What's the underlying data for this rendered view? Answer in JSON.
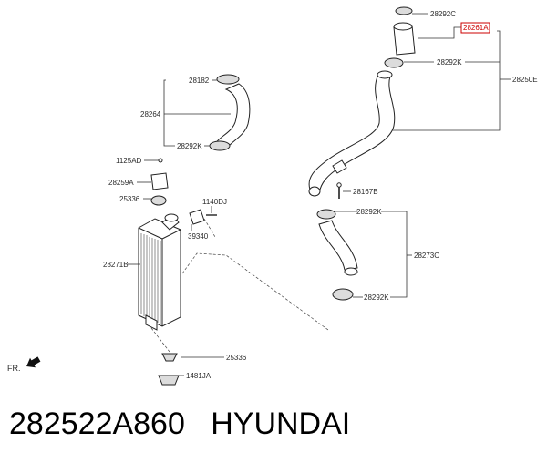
{
  "labels": {
    "l28292C_top": "28292C",
    "l28261A": "28261A",
    "l28292K_top": "28292K",
    "l28250E": "28250E",
    "l28182": "28182",
    "l28264": "28264",
    "l28292K_left": "28292K",
    "l1125AD": "1125AD",
    "l28259A": "28259A",
    "l25336_top": "25336",
    "l1140DJ": "1140DJ",
    "l39340": "39340",
    "l28271B": "28271B",
    "l28167B": "28167B",
    "l28292K_mid": "28292K",
    "l28273C": "28273C",
    "l28292K_low": "28292K",
    "l25336_bot": "25336",
    "l1481JA": "1481JA",
    "fr": "FR."
  },
  "caption": {
    "part_number": "282522A860",
    "brand": "HYUNDAI"
  },
  "colors": {
    "highlight": "#cc0000",
    "line": "#222222"
  }
}
